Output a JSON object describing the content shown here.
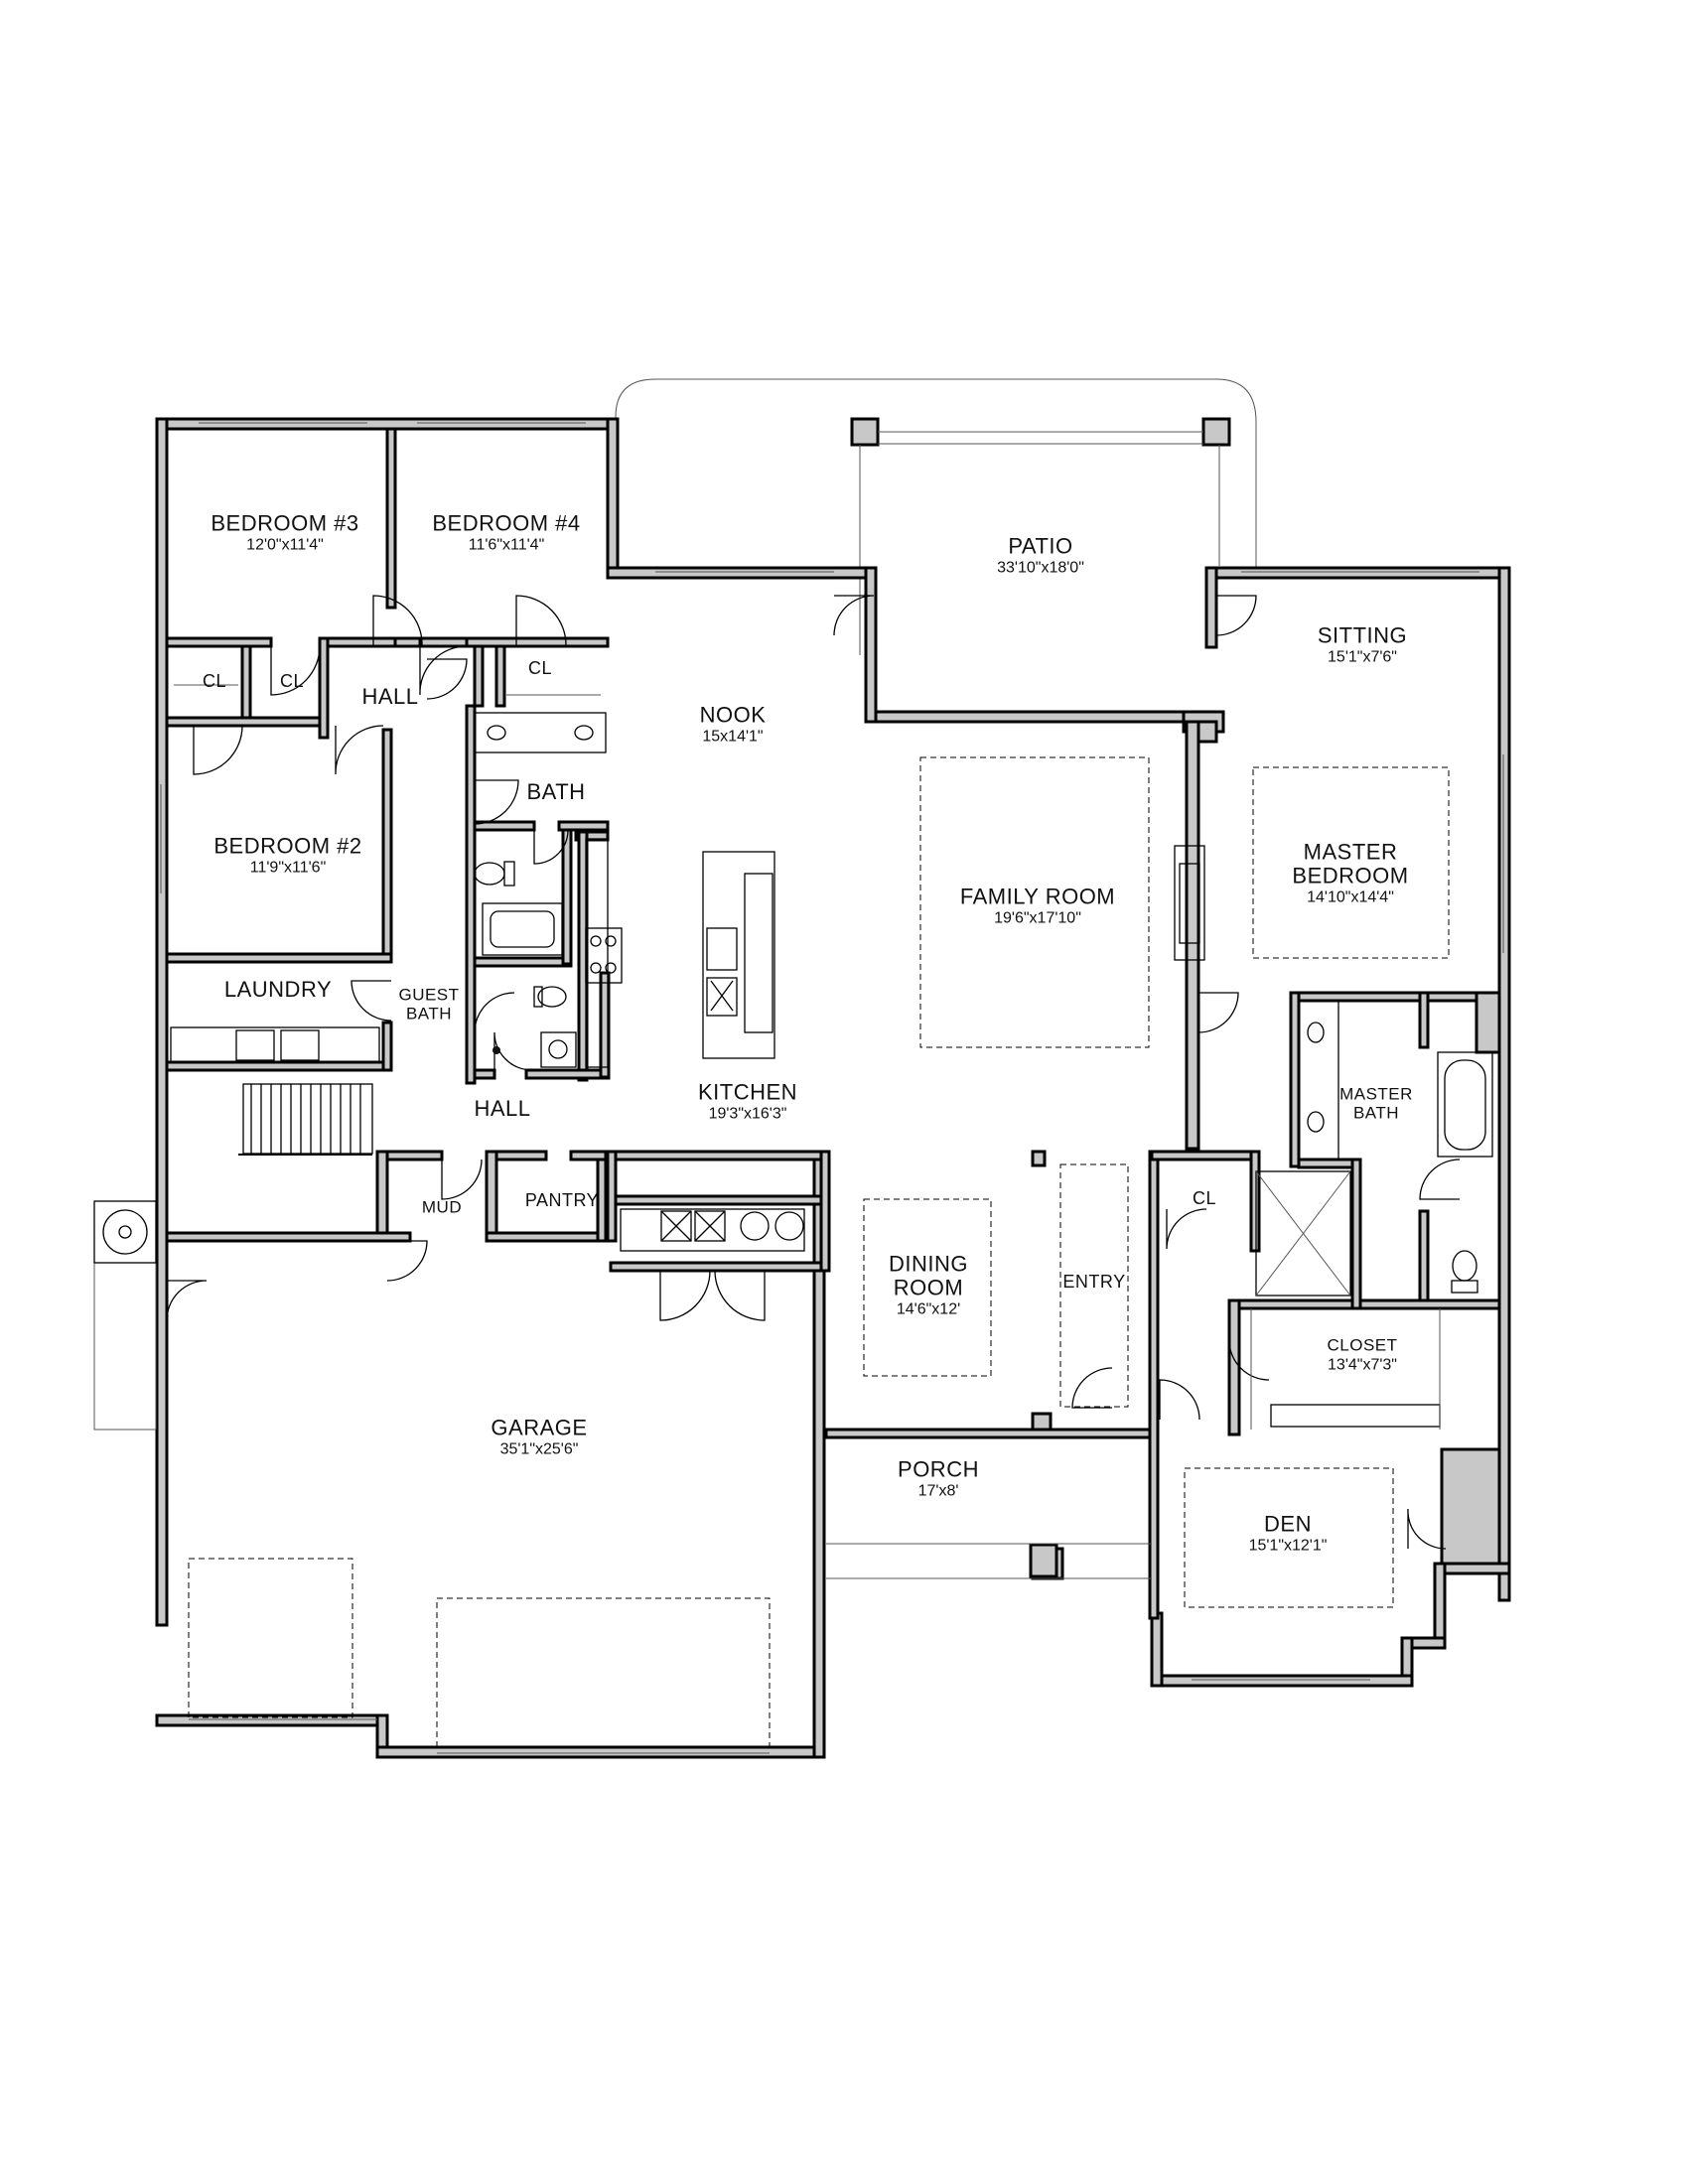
{
  "rooms": {
    "bedroom3": {
      "name": "BEDROOM #3",
      "dims": "12'0\"x11'4\""
    },
    "bedroom4": {
      "name": "BEDROOM #4",
      "dims": "11'6\"x11'4\""
    },
    "bedroom2": {
      "name": "BEDROOM #2",
      "dims": "11'9\"x11'6\""
    },
    "patio": {
      "name": "PATIO",
      "dims": "33'10\"x18'0\""
    },
    "sitting": {
      "name": "SITTING",
      "dims": "15'1\"x7'6\""
    },
    "nook": {
      "name": "NOOK",
      "dims": "15x14'1\""
    },
    "family_room": {
      "name": "FAMILY ROOM",
      "dims": "19'6\"x17'10\""
    },
    "master_bedroom": {
      "name_line1": "MASTER",
      "name_line2": "BEDROOM",
      "dims": "14'10\"x14'4\""
    },
    "master_bath": {
      "name_line1": "MASTER",
      "name_line2": "BATH"
    },
    "kitchen": {
      "name": "KITCHEN",
      "dims": "19'3\"x16'3\""
    },
    "dining_room": {
      "name_line1": "DINING",
      "name_line2": "ROOM",
      "dims": "14'6\"x12'"
    },
    "entry": {
      "name": "ENTRY"
    },
    "closet": {
      "name": "CLOSET",
      "dims": "13'4\"x7'3\""
    },
    "porch": {
      "name": "PORCH",
      "dims": "17'x8'"
    },
    "den": {
      "name": "DEN",
      "dims": "15'1\"x12'1\""
    },
    "garage": {
      "name": "GARAGE",
      "dims": "35'1\"x25'6\""
    },
    "laundry": {
      "name": "LAUNDRY"
    },
    "guest_bath": {
      "name_line1": "GUEST",
      "name_line2": "BATH"
    },
    "bath": {
      "name": "BATH"
    },
    "hall_upper": {
      "name": "HALL"
    },
    "hall_lower": {
      "name": "HALL"
    },
    "mud": {
      "name": "MUD"
    },
    "pantry": {
      "name": "PANTRY"
    },
    "cl_a": {
      "name": "CL"
    },
    "cl_b": {
      "name": "CL"
    },
    "cl_c": {
      "name": "CL"
    },
    "cl_d": {
      "name": "CL"
    }
  },
  "colors": {
    "wall_fill": "#c8c8c8",
    "wall_stroke": "#000000",
    "fixture": "#111111"
  }
}
